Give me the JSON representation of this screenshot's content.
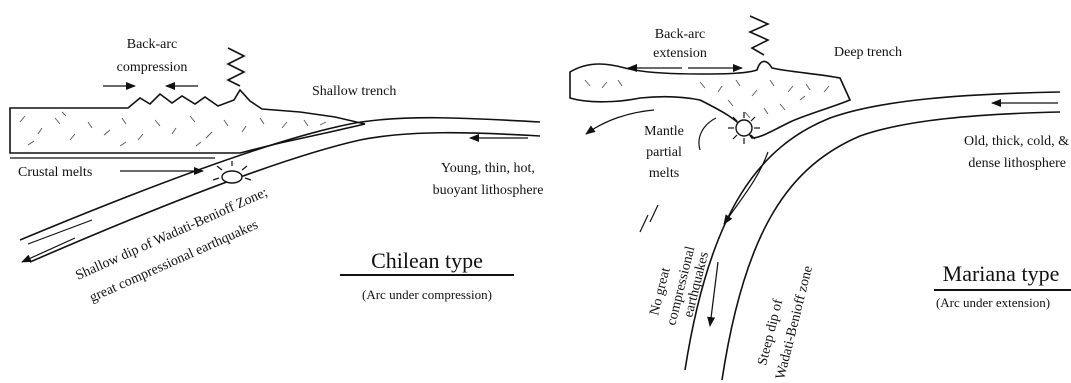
{
  "chilean": {
    "back_arc_line1": "Back-arc",
    "back_arc_line2": "compression",
    "trench": "Shallow trench",
    "crustal_melts": "Crustal melts",
    "lithosphere_line1": "Young, thin, hot,",
    "lithosphere_line2": "buoyant lithosphere",
    "dip_line1": "Shallow dip of Wadati-Benioff Zone;",
    "dip_line2": "great compressional earthquakes",
    "title": "Chilean type",
    "subtitle": "(Arc under compression)"
  },
  "mariana": {
    "back_arc_line1": "Back-arc",
    "back_arc_line2": "extension",
    "trench": "Deep trench",
    "mantle_line1": "Mantle",
    "mantle_line2": "partial",
    "mantle_line3": "melts",
    "lithosphere_line1": "Old, thick, cold, &",
    "lithosphere_line2": "dense lithosphere",
    "no_eq_line1": "No great",
    "no_eq_line2": "compressional",
    "no_eq_line3": "earthquakes",
    "dip_line1": "Steep dip of",
    "dip_line2": "Wadati-Benioff zone",
    "title": "Mariana type",
    "subtitle": "(Arc under extension)"
  }
}
